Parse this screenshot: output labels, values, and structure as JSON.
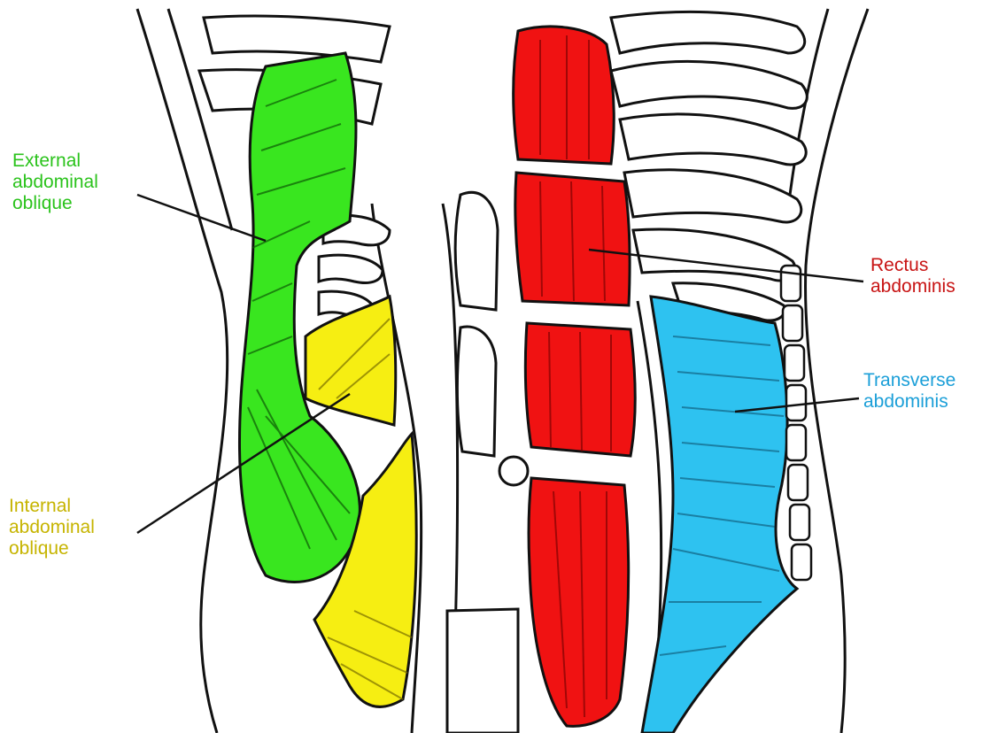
{
  "labels": {
    "external_oblique": {
      "text": "External\nabdominal\noblique",
      "color": "#2bc31c"
    },
    "internal_oblique": {
      "text": "Internal\nabdominal\noblique",
      "color": "#c6b400"
    },
    "rectus": {
      "text": "Rectus\nabdominis",
      "color": "#c81414"
    },
    "transverse": {
      "text": "Transverse\nabdominis",
      "color": "#1b9fd8"
    }
  },
  "colors": {
    "external_oblique": "#39e61f",
    "internal_oblique": "#f6ee12",
    "rectus": "#f01212",
    "transverse": "#2ec2f0",
    "outline": "#111111"
  }
}
